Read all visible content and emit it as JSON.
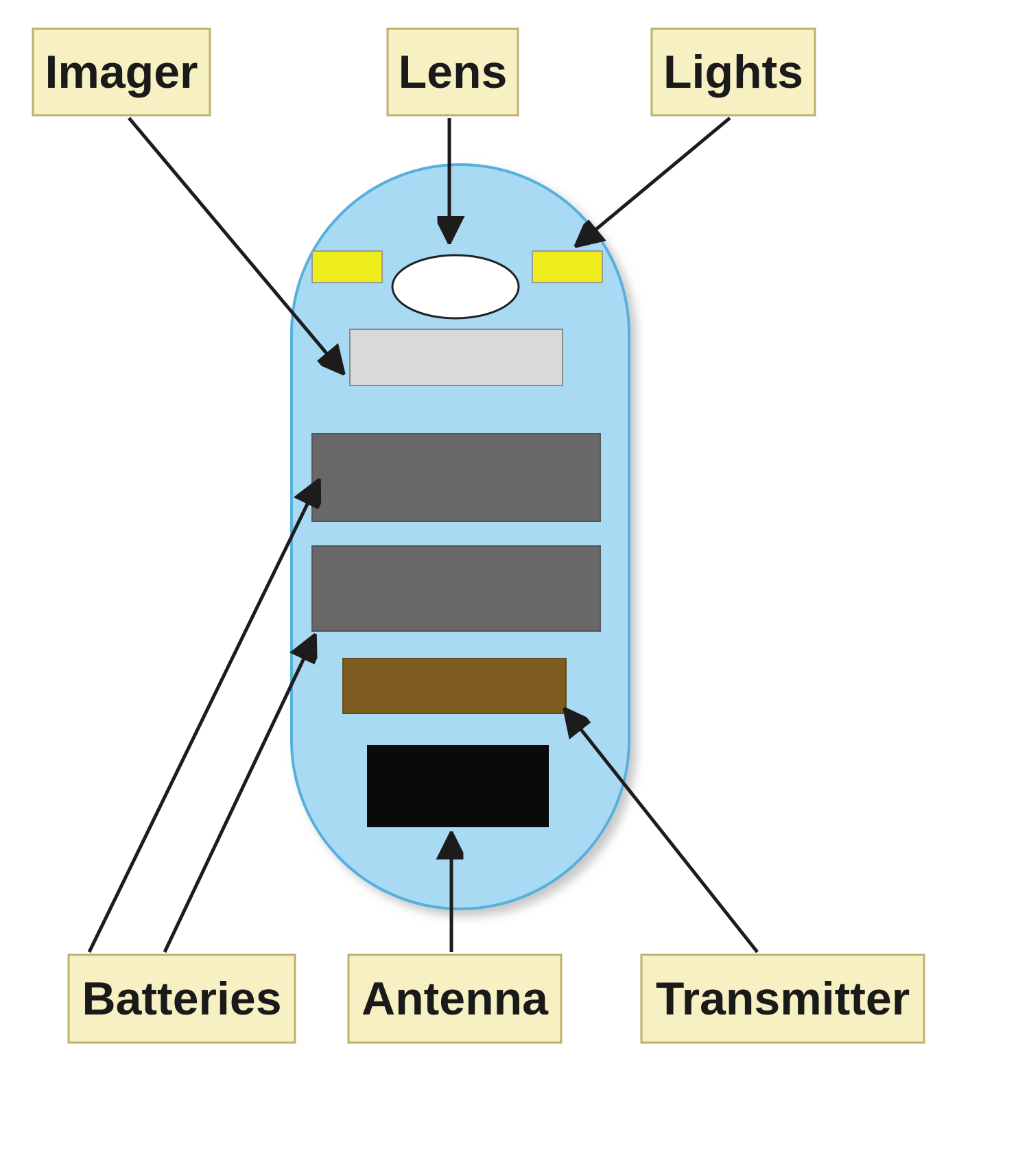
{
  "diagram": {
    "name": "capsule-endoscope-component-diagram",
    "labels": {
      "imager": "Imager",
      "lens": "Lens",
      "lights": "Lights",
      "batteries": "Batteries",
      "antenna": "Antenna",
      "transmitter": "Transmitter"
    },
    "colors": {
      "background": "#ffffff",
      "capsule_fill": "#a9daf3",
      "capsule_stroke": "#56b0dd",
      "label_box_fill": "#f7f0c2",
      "label_box_stroke": "#c0b06e",
      "light_fill": "#eded1c",
      "light_stroke": "#9a9a9a",
      "lens_fill": "#ffffff",
      "lens_stroke": "#222222",
      "imager_fill": "#d9d9d9",
      "imager_stroke": "#8c8c8c",
      "battery_fill": "#686868",
      "battery_stroke": "#565656",
      "transmitter_fill": "#7e5b1e",
      "transmitter_stroke": "#6a4c16",
      "antenna_fill": "#0a0a0a",
      "arrow": "#1c1c1c"
    }
  }
}
